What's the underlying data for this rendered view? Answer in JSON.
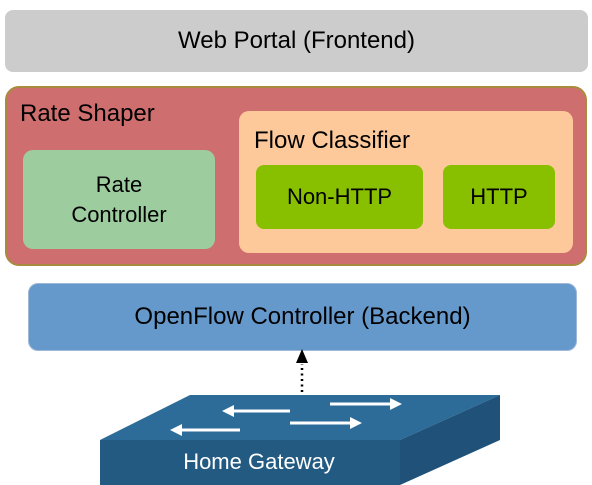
{
  "layers": {
    "web_portal": "Web Portal (Frontend)",
    "rate_shaper": {
      "label": "Rate Shaper",
      "rate_controller": [
        "Rate",
        "Controller"
      ],
      "flow_classifier": {
        "label": "Flow Classifier",
        "non_http": "Non-HTTP",
        "http": "HTTP"
      }
    },
    "openflow_controller": "OpenFlow Controller (Backend)",
    "home_gateway": "Home Gateway"
  },
  "colors": {
    "web_portal": "#cccccc",
    "rate_shaper": "#cf6e6e",
    "rate_controller": "#9dcc9f",
    "flow_classifier": "#fdc99a",
    "classifier_items": "#88c000",
    "openflow_controller": "#6599cc",
    "gateway_top": "#2d6b98",
    "gateway_front": "#235a82"
  }
}
